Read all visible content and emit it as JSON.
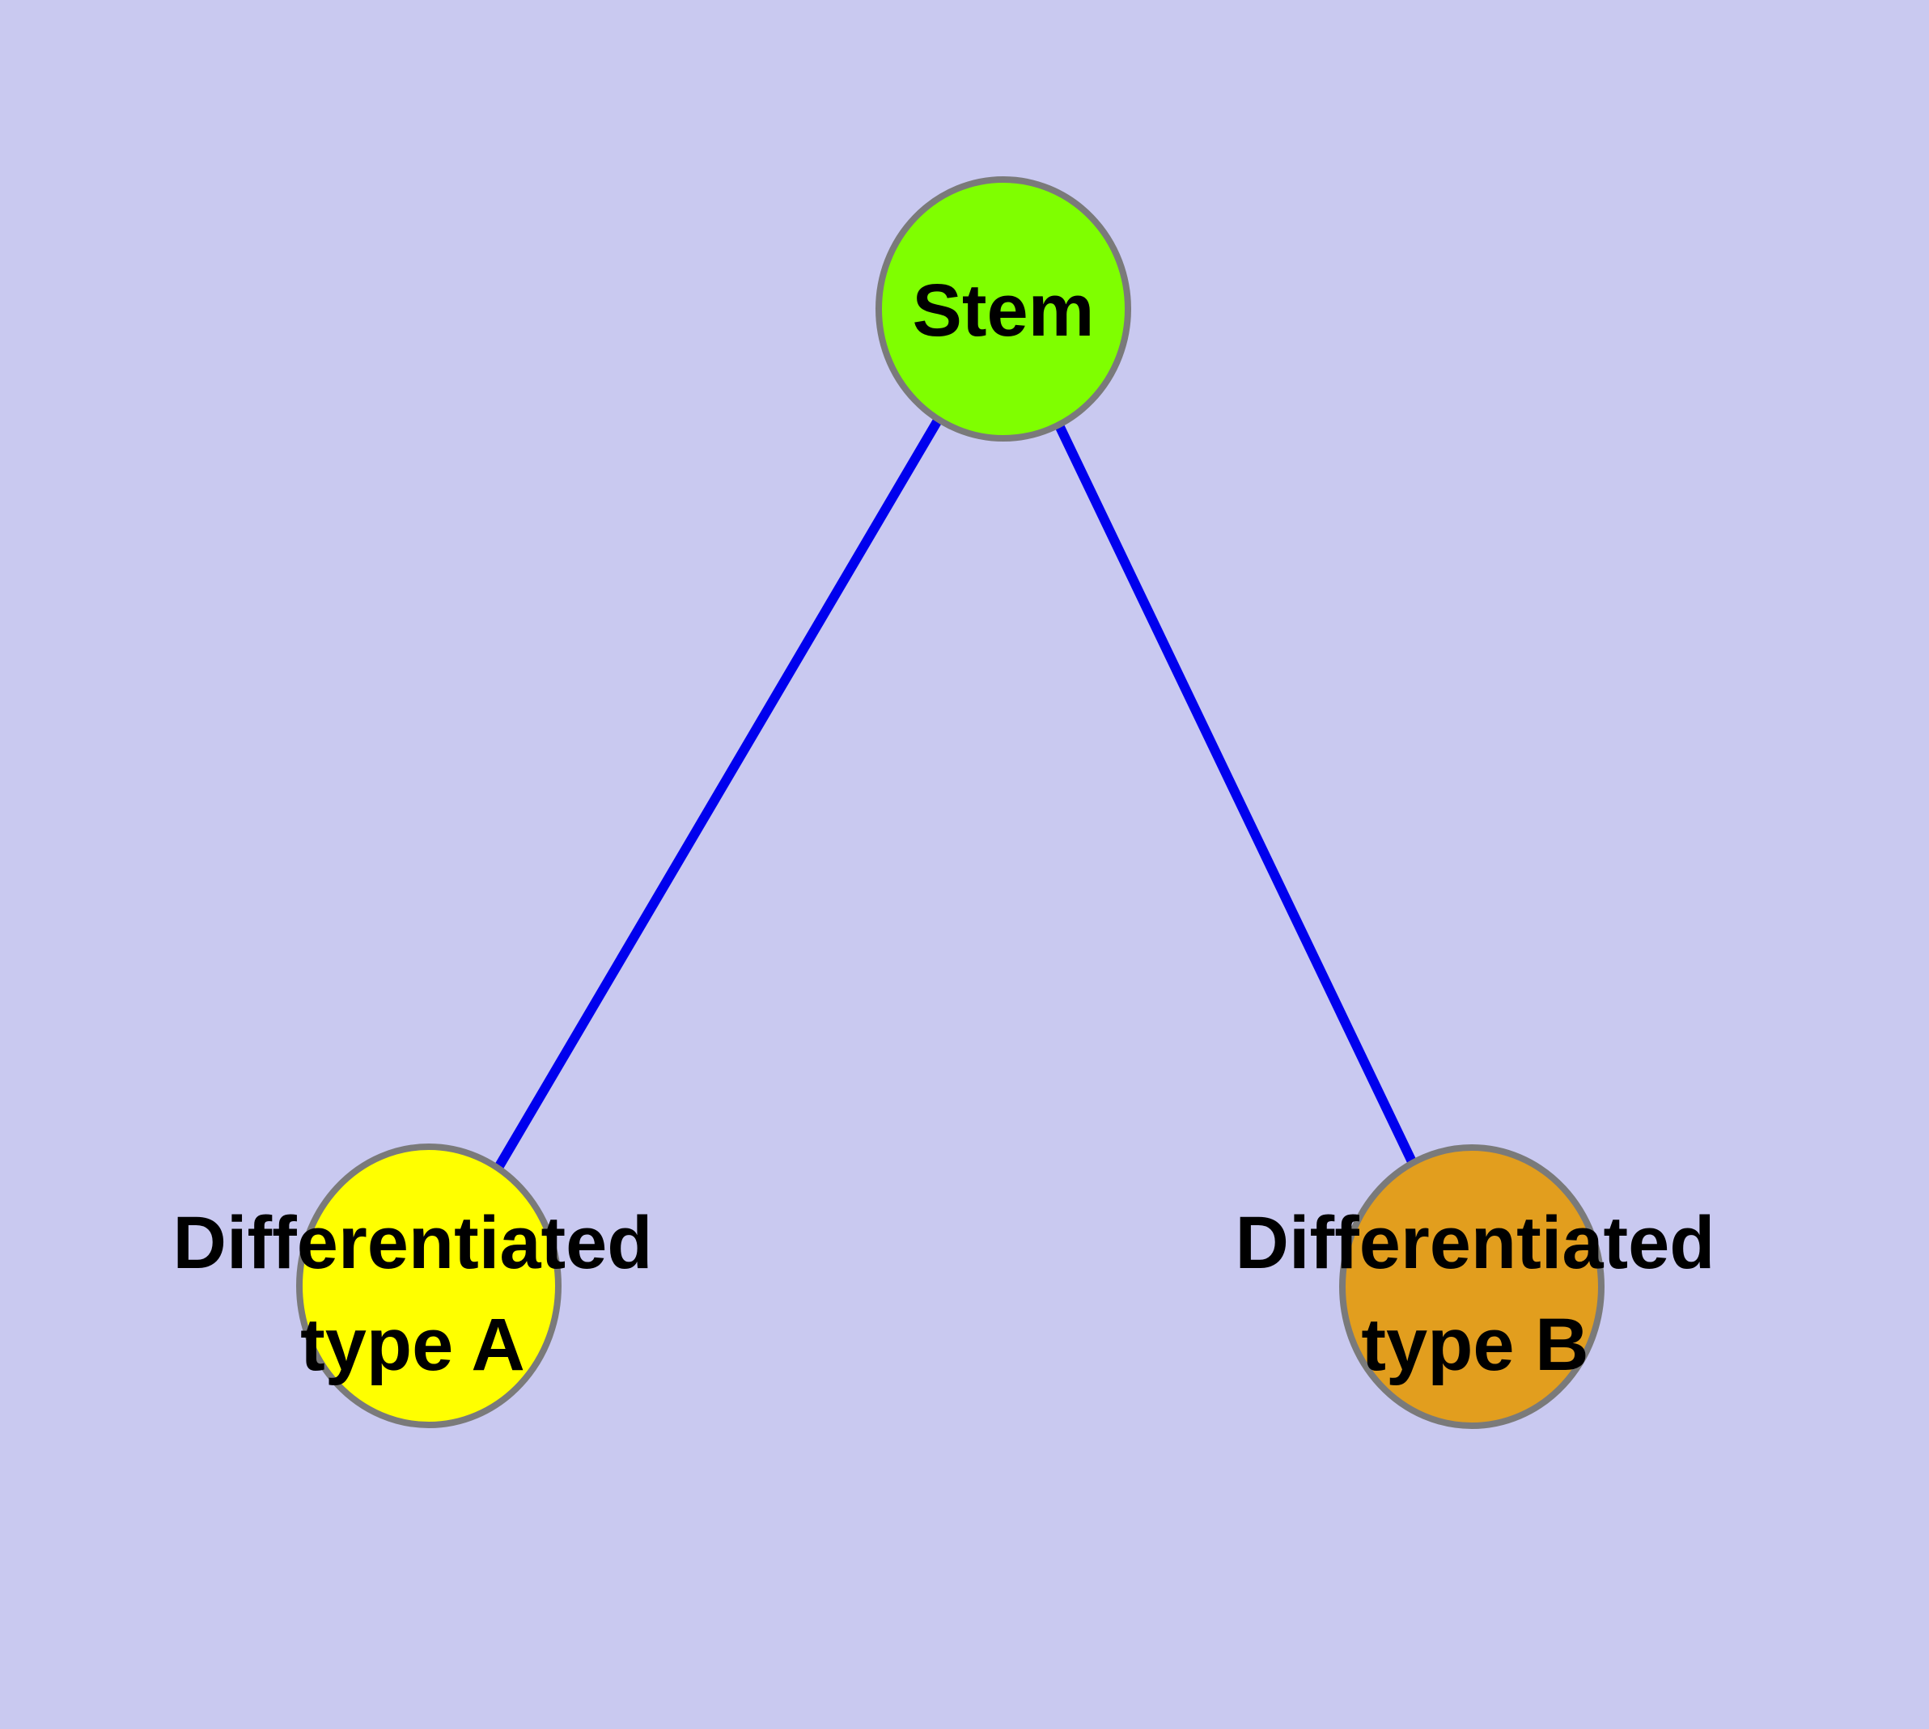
{
  "diagram": {
    "background_color": "#c9c9f0",
    "edge_color": "#0000ee",
    "node_border_color": "#7a7a7a",
    "text_color": "#000000",
    "nodes": [
      {
        "id": "stem",
        "label": "Stem",
        "fill": "#7fff00"
      },
      {
        "id": "differentiated-type-a",
        "label": "Differentiated type A",
        "label_lines": [
          "Differentiated",
          "type A"
        ],
        "fill": "#ffff00"
      },
      {
        "id": "differentiated-type-b",
        "label": "Differentiated type B",
        "label_lines": [
          "Differentiated",
          "type B"
        ],
        "fill": "#e29e1e"
      }
    ],
    "edges": [
      {
        "from": "stem",
        "to": "differentiated-type-a"
      },
      {
        "from": "stem",
        "to": "differentiated-type-b"
      }
    ]
  }
}
